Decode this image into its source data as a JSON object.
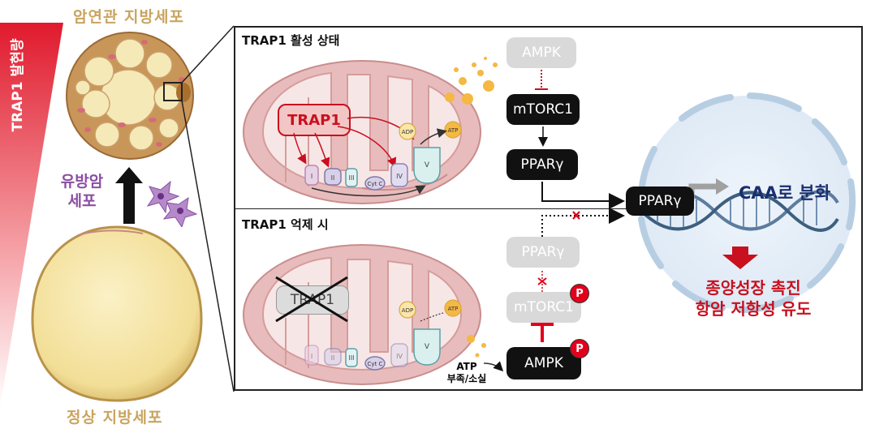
{
  "left": {
    "cancer_adipocyte_label": "암연관 지방세포",
    "normal_adipocyte_label": "정상 지방세포",
    "breast_cancer_cell_label": "유방암\n세포",
    "trap1_expression_label": "TRAP1 발현량"
  },
  "top_panel": {
    "title": "TRAP1 활성 상태",
    "trap1_label": "TRAP1",
    "complexes": [
      "I",
      "II",
      "III",
      "Cyt C",
      "IV",
      "V"
    ],
    "adp": "ADP",
    "atp": "ATP",
    "ampk": "AMPK",
    "mtorc1": "mTORC1",
    "ppar": "PPARγ"
  },
  "bottom_panel": {
    "title": "TRAP1 억제 시",
    "trap1_label": "TRAP1",
    "complexes": [
      "I",
      "II",
      "III",
      "Cyt C",
      "IV",
      "V"
    ],
    "adp": "ADP",
    "atp": "ATP",
    "atp_loss": "ATP\n부족/소실",
    "ppar": "PPARγ",
    "mtorc1": "mTORC1",
    "ampk": "AMPK",
    "p_badge": "P"
  },
  "nucleus": {
    "ppar": "PPARγ",
    "caa_text": "CAA로 분화",
    "outcome": "종양성장 촉진\n항암 저항성 유도"
  },
  "colors": {
    "gold": "#c9a45f",
    "purple": "#8a4fa3",
    "red": "#c8101e",
    "mito_outer": "#e4b3b3",
    "mito_inner": "#f6e4e4"
  }
}
